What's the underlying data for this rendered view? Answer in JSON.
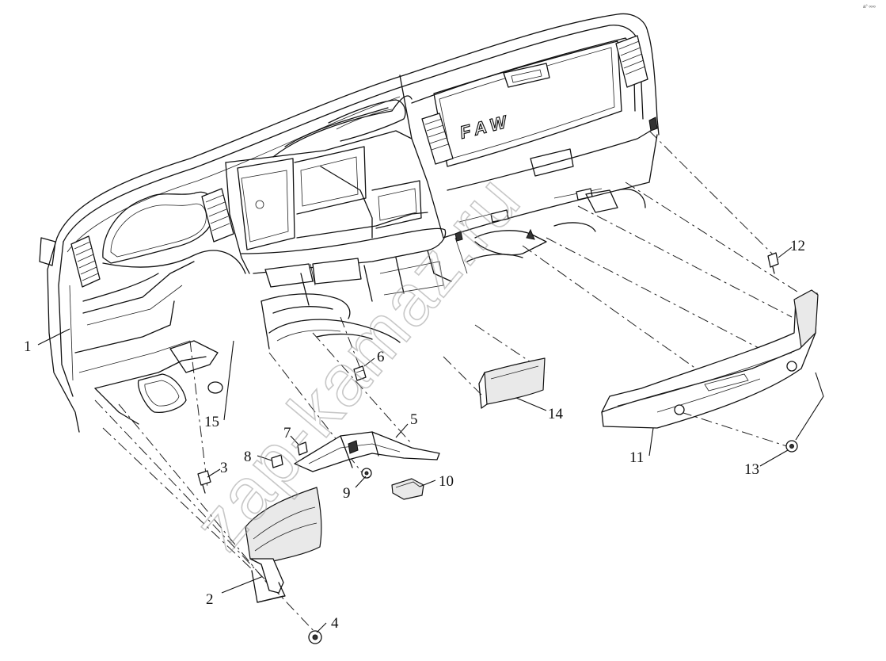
{
  "diagram": {
    "brand_text": "FAW",
    "watermark_text": "zap-kamaz.ru",
    "corner_mark": "a° ∞∞",
    "callouts": {
      "c1": "1",
      "c2": "2",
      "c3": "3",
      "c4": "4",
      "c5": "5",
      "c6": "6",
      "c7": "7",
      "c8": "8",
      "c9": "9",
      "c10": "10",
      "c11": "11",
      "c12": "12",
      "c13": "13",
      "c14": "14",
      "c15": "15"
    },
    "colors": {
      "line": "#111111",
      "background": "#ffffff",
      "watermark": "#9a9a9a"
    }
  }
}
